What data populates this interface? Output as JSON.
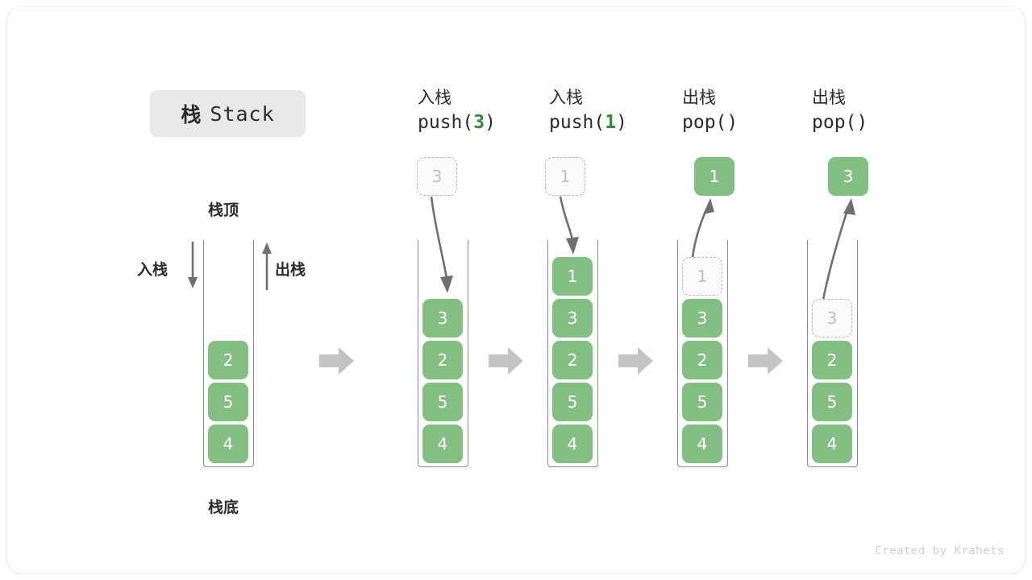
{
  "title": {
    "cn": "栈",
    "en": "Stack"
  },
  "base_diagram": {
    "top_label": "栈顶",
    "bottom_label": "栈底",
    "push_label": "入栈",
    "pop_label": "出栈",
    "cells": [
      "2",
      "5",
      "4"
    ]
  },
  "columns": [
    {
      "id": "push-3",
      "caption_cn": "入栈",
      "op_prefix": "push(",
      "op_value": "3",
      "op_suffix": ")",
      "ghost_above": "3",
      "ghost_in_stack": null,
      "popped": null,
      "cells": [
        "3",
        "2",
        "5",
        "4"
      ],
      "arrow_direction": "down"
    },
    {
      "id": "push-1",
      "caption_cn": "入栈",
      "op_prefix": "push(",
      "op_value": "1",
      "op_suffix": ")",
      "ghost_above": "1",
      "ghost_in_stack": null,
      "popped": null,
      "cells": [
        "1",
        "3",
        "2",
        "5",
        "4"
      ],
      "arrow_direction": "down"
    },
    {
      "id": "pop-1",
      "caption_cn": "出栈",
      "op_prefix": "pop(",
      "op_value": "",
      "op_suffix": ")",
      "ghost_above": null,
      "ghost_in_stack": "1",
      "popped": "1",
      "cells": [
        "3",
        "2",
        "5",
        "4"
      ],
      "arrow_direction": "up"
    },
    {
      "id": "pop-2",
      "caption_cn": "出栈",
      "op_prefix": "pop(",
      "op_value": "",
      "op_suffix": ")",
      "ghost_above": null,
      "ghost_in_stack": "3",
      "popped": "3",
      "cells": [
        "2",
        "5",
        "4"
      ],
      "arrow_direction": "up"
    }
  ],
  "colors": {
    "cell_green": "#83bf83",
    "accent_green": "#2e8b3d",
    "ghost_border": "#b8b8b8",
    "ghost_text": "#bdbdbd",
    "arrow_gray": "#6f6f6f",
    "block_arrow_gray": "#c3c3c3",
    "badge_gray": "#e8e8e8",
    "text_dark": "#2b2b2b"
  },
  "footer": "Created by Krahets"
}
